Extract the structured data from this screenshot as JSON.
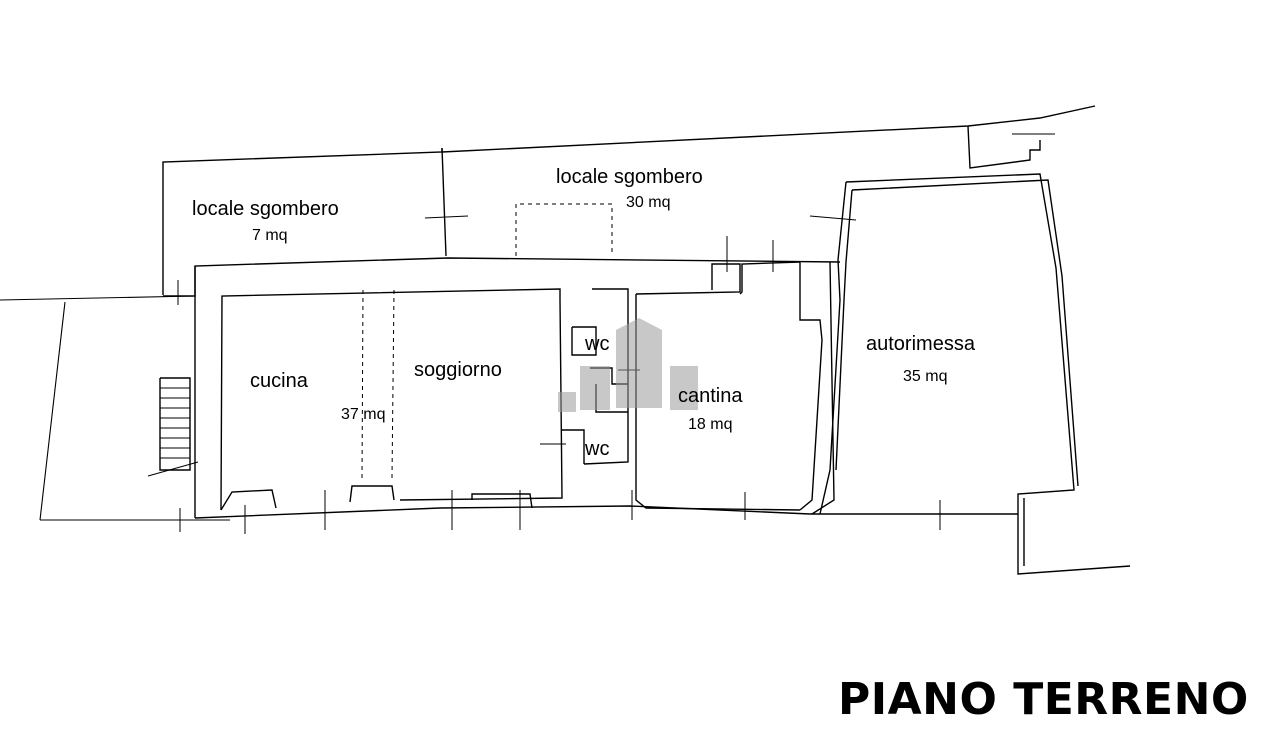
{
  "floor_title": "PIANO TERRENO",
  "rooms": {
    "storage_small": {
      "name": "locale sgombero",
      "area": "7 mq"
    },
    "storage_large": {
      "name": "locale sgombero",
      "area": "30 mq"
    },
    "kitchen": {
      "name": "cucina"
    },
    "living": {
      "name": "soggiorno",
      "area": "37 mq"
    },
    "wc_upper": {
      "name": "wc"
    },
    "wc_lower": {
      "name": "wc"
    },
    "cellar": {
      "name": "cantina",
      "area": "18 mq"
    },
    "garage": {
      "name": "autorimessa",
      "area": "35 mq"
    }
  }
}
